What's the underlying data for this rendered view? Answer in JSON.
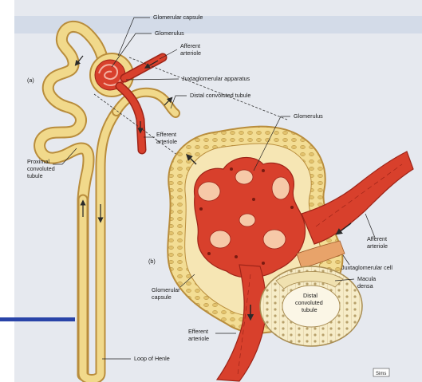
{
  "colors": {
    "background": "#ffffff",
    "page_tint": "#dfe4ec",
    "tubule_fill": "#f1d98b",
    "tubule_edge": "#b98d3c",
    "vessel": "#d8402c",
    "vessel_dark": "#9e2418",
    "slide_bar": "#2944a8"
  },
  "panel_a": {
    "tag": "(a)",
    "labels": {
      "glomerular_capsule": "Glomerular capsule",
      "glomerulus": "Glomerulus",
      "afferent_1": "Afferent",
      "afferent_2": "arteriole",
      "juxtaglomerular_apparatus": "Juxtaglomerular apparatus",
      "distal_convoluted_tubule": "Distal convoluted tubule",
      "efferent_1": "Efferent",
      "efferent_2": "arteriole",
      "proximal_1": "Proximal",
      "proximal_2": "convoluted",
      "proximal_3": "tubule",
      "loop_of_henle": "Loop of Henle"
    }
  },
  "panel_b": {
    "tag": "(b)",
    "labels": {
      "glomerulus": "Glomerulus",
      "afferent_1": "Afferent",
      "afferent_2": "arteriole",
      "juxtaglomerular_cell": "Juxtaglomerular cell",
      "macula_1": "Macula",
      "macula_2": "densa",
      "distal_1": "Distal",
      "distal_2": "convoluted",
      "distal_3": "tubule",
      "glomerular_capsule_1": "Glomerular",
      "glomerular_capsule_2": "capsule",
      "efferent_1": "Efferent",
      "efferent_2": "arteriole"
    }
  },
  "credit": "Sims"
}
